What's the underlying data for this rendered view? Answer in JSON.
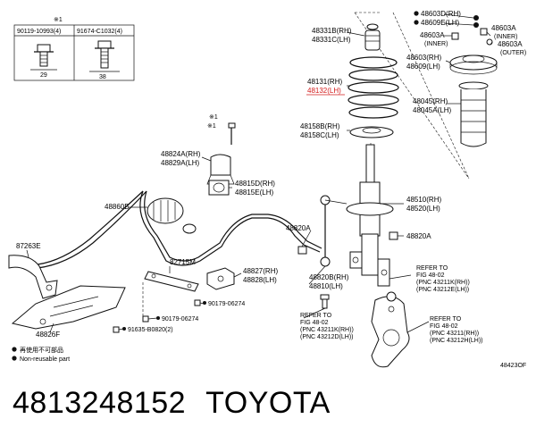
{
  "labels": {
    "spring_upper_insulator": [
      "48331B(RH)",
      "48331C(LH)"
    ],
    "spring_rh": "48131(RH)",
    "spring_lh": "48132(LH)",
    "spring_lower_insulator": [
      "48158B(RH)",
      "48158C(LH)"
    ],
    "support_nut_1": "48603D(RH)",
    "support_nut_2": "48609E(LH)",
    "mount_a1": "48603A",
    "mount_a1_note": "(INNER)",
    "mount_a2": "48603A",
    "mount_a2_note": "(INNER)",
    "mount_a3": "48603A",
    "mount_a3_note": "(OUTER)",
    "support": [
      "48603(RH)",
      "48609(LH)"
    ],
    "bump_stopper": [
      "48045(RH)",
      "48045A(LH)"
    ],
    "stab_bushing": [
      "48824A(RH)",
      "48829A(LH)"
    ],
    "stab_bracket": [
      "48815D(RH)",
      "48815E(LH)"
    ],
    "stab_bar": "48860B",
    "strut": [
      "48510(RH)",
      "48520(LH)"
    ],
    "nut_48820A_1": "48820A",
    "nut_48820A_2": "48820A",
    "bracket_87263E": "87263E",
    "bracket_82715M": "82715M",
    "link": [
      "48827(RH)",
      "48828(LH)"
    ],
    "bolt_90179_1": "90179-06274",
    "bolt_90179_2": "90179-06274",
    "bolt_91635": "91635-B0820(2)",
    "stab_link": [
      "48820B(RH)",
      "48810(LH)"
    ],
    "cover": "48826F",
    "ref1": [
      "REFER TO",
      "FIG 48-02",
      "(PNC 43211K(RH))",
      "(PNC 43212E(LH))"
    ],
    "ref2": [
      "REFER TO",
      "FIG 48-02",
      "(PNC 43211K(RH))",
      "(PNC 43212D(LH))"
    ],
    "ref3": [
      "REFER TO",
      "FIG 48-02",
      "(PNC 43211(RH))",
      "(PNC 43212H(LH))"
    ],
    "asterisk_mark": "※1",
    "asterisk_mark_2": "※1",
    "bolt_table": {
      "mark": "※1",
      "col1": "90119-10993(4)",
      "col2": "91674-C1032(4)",
      "dim1": "29",
      "dim2": "38"
    },
    "legend_1": "再使用不可部品",
    "legend_2": "Non-reusable part",
    "figure_code": "48423OF"
  },
  "footer": {
    "part_number": "4813248152",
    "brand": "TOYOTA"
  }
}
